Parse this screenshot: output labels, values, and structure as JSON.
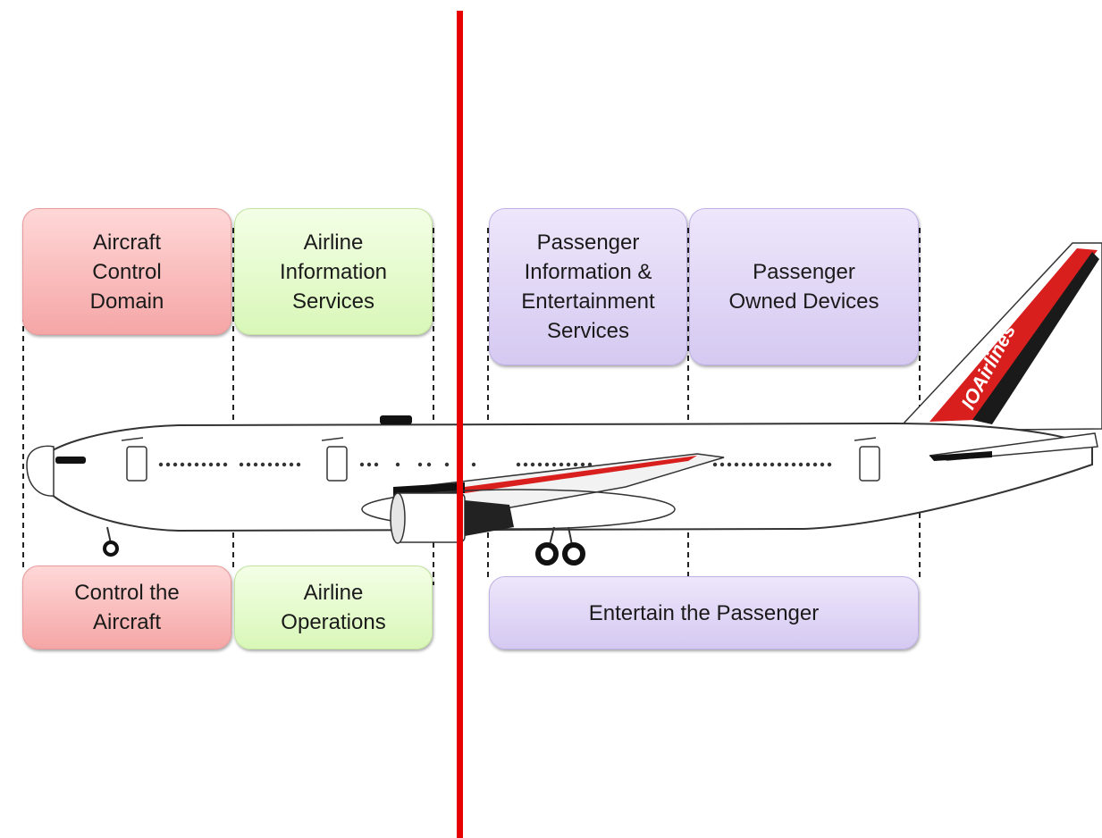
{
  "domains": {
    "aircraft_control": "Aircraft\nControl\nDomain",
    "airline_information": "Airline\nInformation\nServices",
    "passenger_information": "Passenger\nInformation &\nEntertainment\nServices",
    "passenger_owned": "Passenger\nOwned Devices"
  },
  "functions": {
    "control_aircraft": "Control the\nAircraft",
    "airline_operations": "Airline\nOperations",
    "entertain_passenger": "Entertain the Passenger"
  },
  "tail_logo": "IOAirlines",
  "colors": {
    "divider": "#e60000",
    "aircraft_control": "#f7b4b4",
    "airline_information": "#dff7c6",
    "passenger": "#d9cff3",
    "livery_red": "#d91e1e"
  }
}
